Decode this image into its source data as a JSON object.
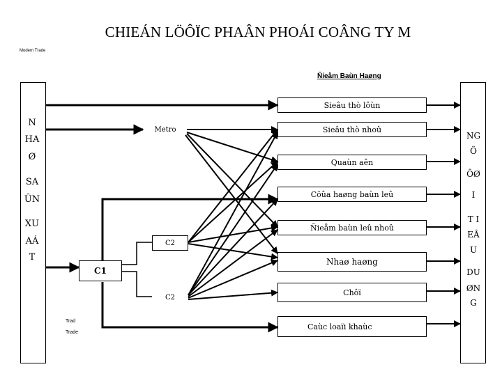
{
  "title": "CHIEÁN LÖÔÏC PHAÂN PHOÁI COÂNG TY M",
  "top_left_label": "Modern Trade",
  "legend_label": "Ñieåm Baùn Haøng",
  "left_column": {
    "lines": [
      "N",
      "HA",
      "Ø",
      "SA",
      "ÛN",
      "XU",
      "AÁ",
      "T"
    ]
  },
  "right_column": {
    "lines": [
      "NG",
      "Ö",
      "ÔØ",
      "I",
      "T I",
      "EÂ",
      "U",
      "DU",
      "ØN",
      "G"
    ]
  },
  "intermediaries": {
    "metro": "Metro",
    "c2_upper": "C2",
    "c1": "C1",
    "c2_lower": "C2",
    "trad_line1": "Trad",
    "trad_line2": "Trade"
  },
  "outlets": [
    "Sieâu thò lôùn",
    "Sieâu thò nhoû",
    "Quaùn aên",
    "Cöûa haøng baùn leû",
    "Ñieåm baùn leû nhoû",
    "Nhaø haøng",
    "Chôï",
    "Caùc loaïi khaùc"
  ]
}
